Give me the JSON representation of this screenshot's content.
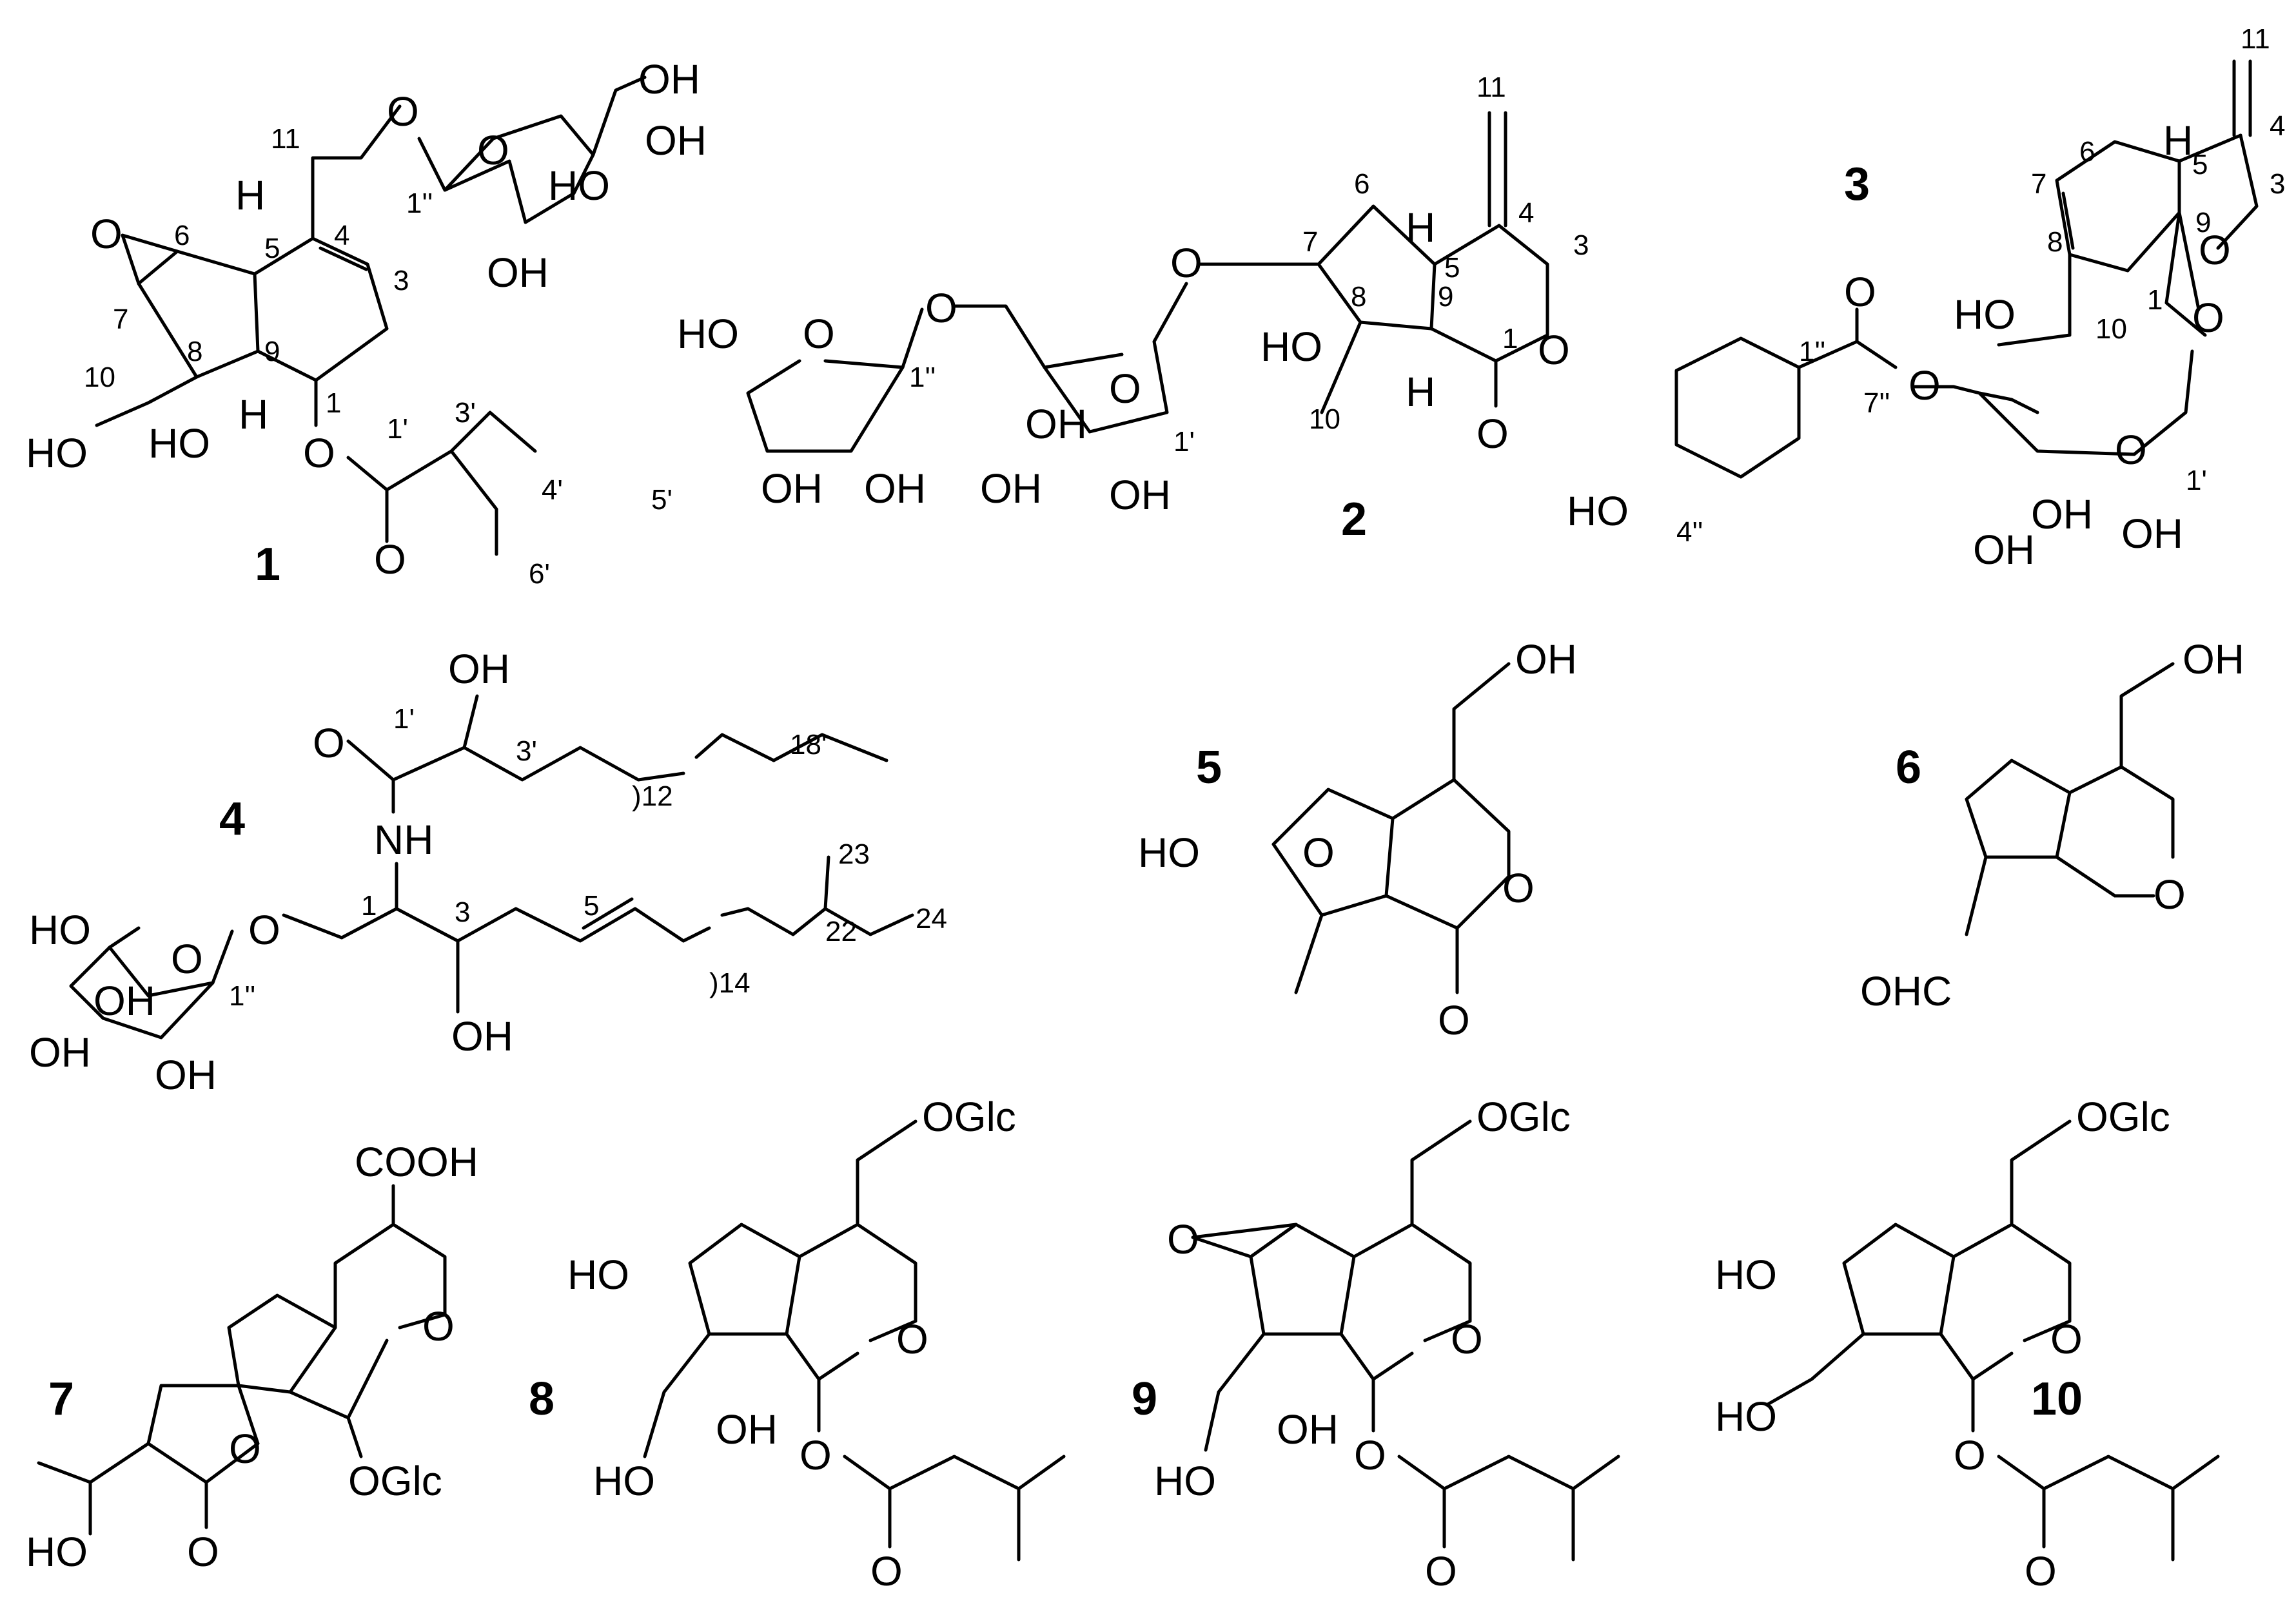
{
  "compounds": [
    {
      "id": "1",
      "atoms": {
        "O_epox": "O",
        "OH_top": "OH",
        "OH_ring": "OH",
        "HO_ring": "HO",
        "O_glyc": "O",
        "O_ring": "O",
        "O_ester": "O",
        "O_carb": "O",
        "HO_10": "HO",
        "HO_8": "HO",
        "H_5": "H",
        "H_9": "H"
      },
      "numbers": {
        "n11": "11",
        "n1pp": "1''",
        "n6": "6",
        "n4": "4",
        "n3": "3",
        "n5": "5",
        "n7": "7",
        "n8": "8",
        "n9": "9",
        "n10": "10",
        "n1": "1",
        "n1p": "1'",
        "n3p": "3'",
        "n4p": "4'",
        "n5p": "5'",
        "n6p": "6'"
      }
    },
    {
      "id": "2",
      "atoms": {
        "O_7": "O",
        "HO_8": "HO",
        "O_lac": "O",
        "O_carb": "O",
        "H_5": "H",
        "H_9": "H",
        "HO_api": "HO",
        "O_api": "O",
        "OH_a": "OH",
        "OH_b": "OH",
        "OH_c": "OH",
        "OH_d": "OH",
        "OH_e": "OH",
        "O_pyr": "O",
        "O_link": "O"
      },
      "numbers": {
        "n11": "11",
        "n4": "4",
        "n3": "3",
        "n6": "6",
        "n5": "5",
        "n7": "7",
        "n8": "8",
        "n9": "9",
        "n1": "1",
        "n10": "10",
        "n1pp": "1''",
        "n1p": "1'"
      }
    },
    {
      "id": "3",
      "atoms": {
        "H_5": "H",
        "O_ring": "O",
        "HO_10": "HO",
        "O_glyc": "O",
        "O_carb": "O",
        "O_est": "O",
        "O_pyr": "O",
        "OH_a": "OH",
        "OH_b": "OH",
        "OH_c": "OH",
        "HO_ph": "HO"
      },
      "numbers": {
        "n11": "11",
        "n6": "6",
        "n4": "4",
        "n7": "7",
        "n5": "5",
        "n3": "3",
        "n8": "8",
        "n9": "9",
        "n10": "10",
        "n1": "1",
        "n1pp": "1''",
        "n7pp": "7''",
        "n4pp": "4''",
        "n1p": "1'"
      }
    },
    {
      "id": "4",
      "atoms": {
        "OH_2p": "OH",
        "O_amide": "O",
        "NH": "NH",
        "HO_sug": "HO",
        "O_pyr": "O",
        "OH_a": "OH",
        "OH_b": "OH",
        "OH_c": "OH",
        "O_link": "O",
        "OH_3": "OH"
      },
      "numbers": {
        "n1p": "1'",
        "n3p": "3'",
        "n12": ")12",
        "n18p": "18'",
        "n23": "23",
        "n1": "1",
        "n3": "3",
        "n5": "5",
        "n22": "22",
        "n24": "24",
        "n14": ")14",
        "n1pp": "1''"
      }
    },
    {
      "id": "5",
      "atoms": {
        "OH_top": "OH",
        "HO": "HO",
        "O_bridge": "O",
        "O_ring": "O",
        "O_carb": "O"
      }
    },
    {
      "id": "6",
      "atoms": {
        "OH": "OH",
        "O_ring": "O",
        "CHO": "OHC"
      }
    },
    {
      "id": "7",
      "atoms": {
        "COOH": "COOH",
        "O_ring": "O",
        "O_lac": "O",
        "O_carb": "O",
        "OGlc": "OGlc",
        "HO": "HO"
      }
    },
    {
      "id": "8",
      "atoms": {
        "OGlc": "OGlc",
        "HO_6": "HO",
        "O_ring": "O",
        "HO_10": "HO",
        "OH_8": "OH",
        "O_est": "O",
        "O_carb": "O"
      }
    },
    {
      "id": "9",
      "atoms": {
        "OGlc": "OGlc",
        "O_epox": "O",
        "O_ring": "O",
        "HO_10": "HO",
        "OH_8": "OH",
        "O_est": "O",
        "O_carb": "O"
      }
    },
    {
      "id": "10",
      "atoms": {
        "OGlc": "OGlc",
        "HO_6": "HO",
        "O_ring": "O",
        "HO_10": "HO",
        "O_est": "O",
        "O_carb": "O"
      }
    }
  ]
}
